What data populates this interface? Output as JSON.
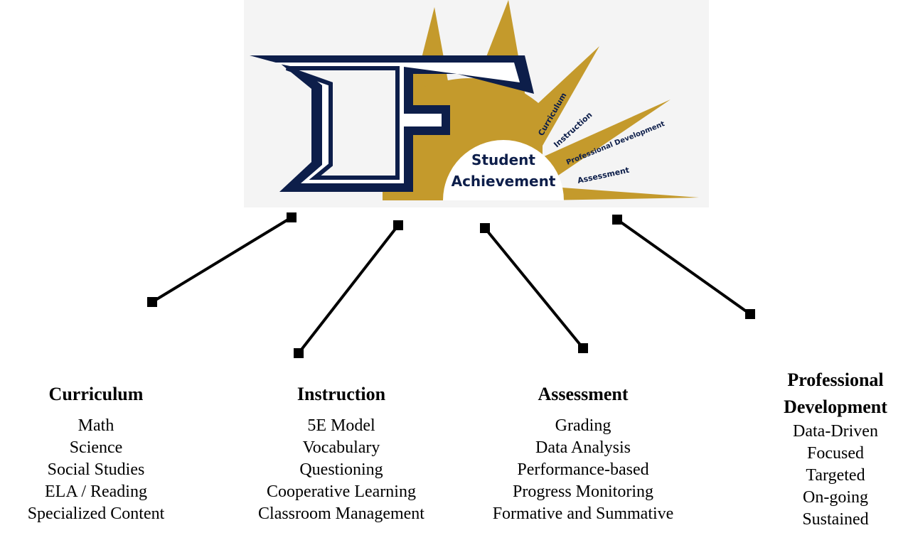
{
  "logo": {
    "center_line1": "Student",
    "center_line2": "Achievement",
    "rays": [
      "Curriculum",
      "Instruction",
      "Professional Development",
      "Assessment"
    ],
    "colors": {
      "navy": "#0d1e4a",
      "gold": "#c49a2c",
      "white": "#ffffff"
    }
  },
  "columns": [
    {
      "title": "Curriculum",
      "items": [
        "Math",
        "Science",
        "Social Studies",
        "ELA / Reading",
        "Specialized Content"
      ]
    },
    {
      "title": "Instruction",
      "items": [
        "5E Model",
        "Vocabulary",
        "Questioning",
        "Cooperative Learning",
        "Classroom Management"
      ]
    },
    {
      "title": "Assessment",
      "items": [
        "Grading",
        "Data Analysis",
        "Performance-based",
        "Progress Monitoring",
        "Formative and Summative"
      ]
    },
    {
      "title_line1": "Professional",
      "title_line2": "Development",
      "items": [
        "Data-Driven",
        "Focused",
        "Targeted",
        "On-going",
        "Sustained"
      ]
    }
  ]
}
